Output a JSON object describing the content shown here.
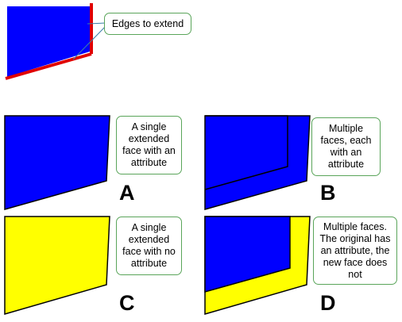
{
  "colors": {
    "face_blue": "#0000ff",
    "face_yellow": "#ffff00",
    "edge_red": "#e00000",
    "outline": "#000000",
    "callout_border": "#5aa55a",
    "leader_line": "#3a7fa8"
  },
  "callouts": {
    "edges": "Edges to extend",
    "a": "A single extended face with an attribute",
    "b": "Multiple faces, each with an attribute",
    "c": "A single extended face with no attribute",
    "d": "Multiple faces. The original has an attribute, the new face does not"
  },
  "labels": {
    "a": "A",
    "b": "B",
    "c": "C",
    "d": "D"
  }
}
